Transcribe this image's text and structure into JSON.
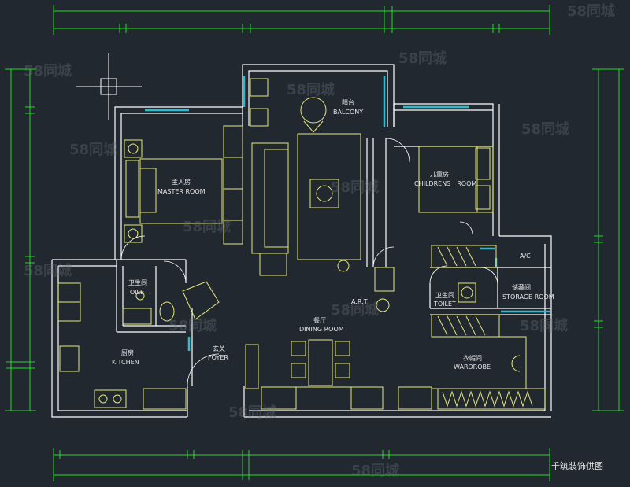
{
  "rooms": {
    "balcony_cn": "阳台",
    "balcony_en": "BALCONY",
    "master_cn": "主人房",
    "master_en": "MASTER ROOM",
    "children_cn": "儿童房",
    "children_en": "CHILDRENS　ROOM",
    "toilet1_cn": "卫生间",
    "toilet1_en": "TOILET",
    "art_en": "A.R.T",
    "toilet2_cn": "卫生间",
    "toilet2_en": "TOILET",
    "storage_cn": "储藏间",
    "storage_en": "STORAGE ROOM",
    "ac": "A/C",
    "dining_cn": "餐厅",
    "dining_en": "DINING ROOM",
    "kitchen_cn": "厨房",
    "kitchen_en": "KITCHEN",
    "foyer_cn": "玄关",
    "foyer_en": "FOYER",
    "wardrobe_cn": "衣帽间",
    "wardrobe_en": "WARDROBE"
  },
  "credit": "千筑装饰供图",
  "watermark": "58同城",
  "colors": {
    "background": "#212830",
    "wall": "#ffffff",
    "furniture": "#e8e878",
    "dimension": "#22dd22",
    "window": "#33bbcc"
  }
}
